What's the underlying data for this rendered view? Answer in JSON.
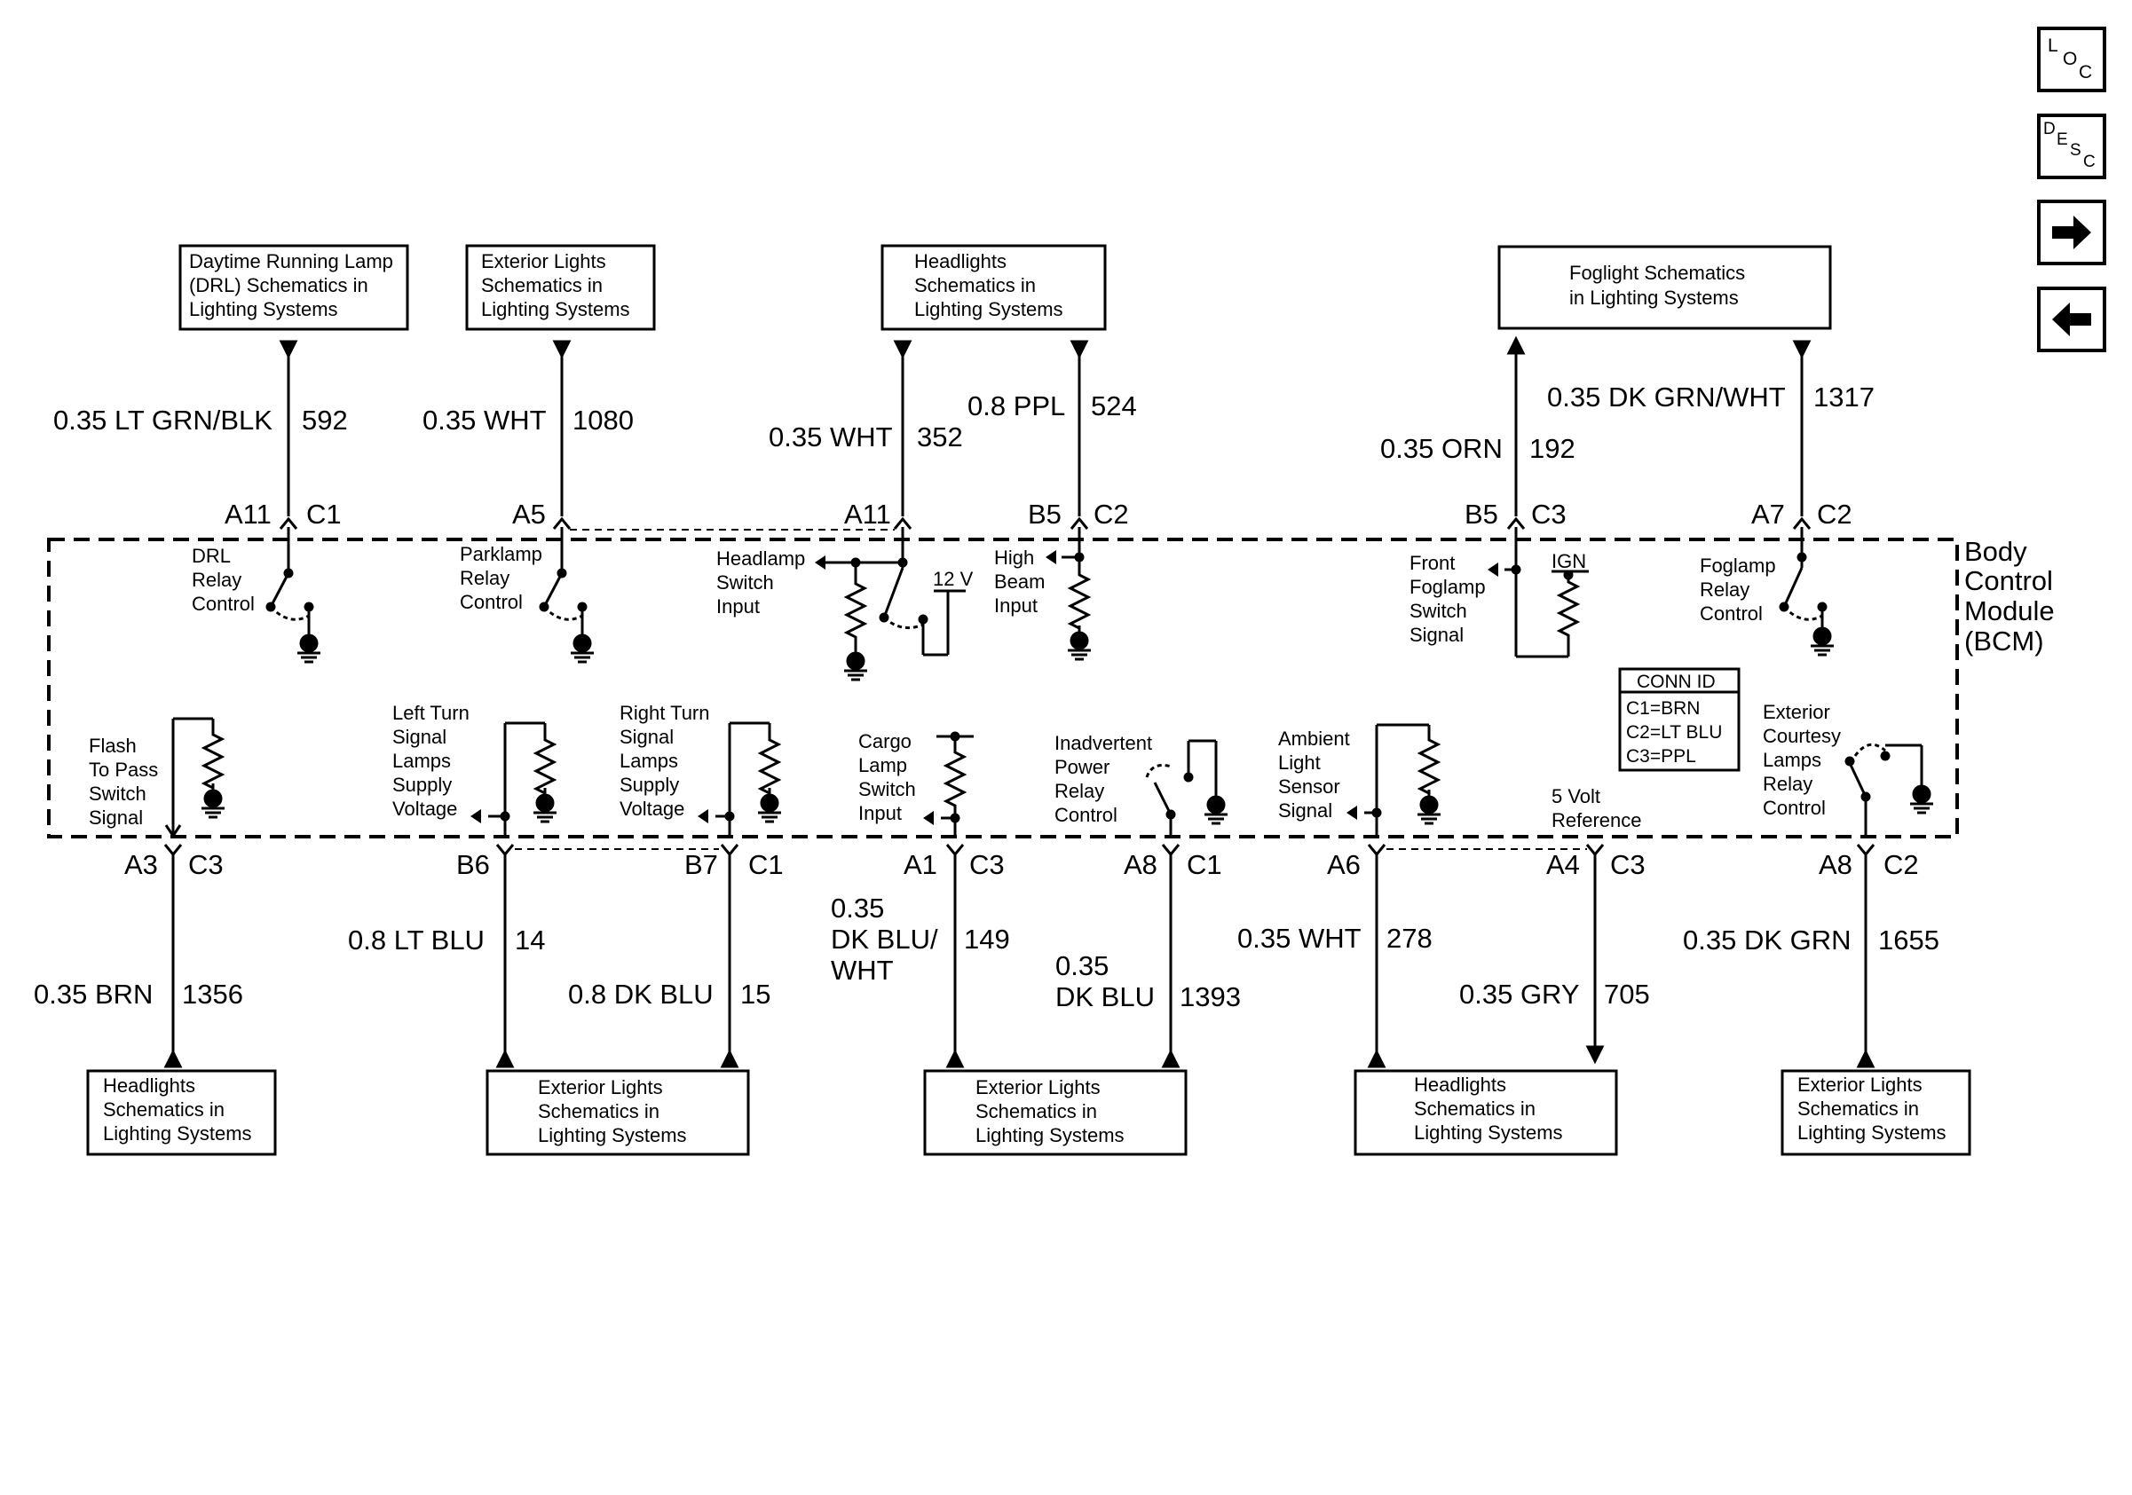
{
  "nav": {
    "loc": {
      "a": "L",
      "b": "O",
      "c": "C"
    },
    "desc": {
      "a": "D",
      "b": "E",
      "c": "S",
      "d": "C"
    }
  },
  "bcm_label": [
    "Body",
    "Control",
    "Module",
    "(BCM)"
  ],
  "conn_id": {
    "title": "CONN ID",
    "rows": [
      "C1=BRN",
      "C2=LT BLU",
      "C3=PPL"
    ]
  },
  "top_boxes": [
    [
      "Daytime Running Lamp",
      "(DRL) Schematics in",
      "Lighting Systems"
    ],
    [
      "Exterior Lights",
      "Schematics in",
      "Lighting Systems"
    ],
    [
      "Headlights",
      "Schematics in",
      "Lighting Systems"
    ],
    [
      "Foglight Schematics",
      "in Lighting Systems"
    ]
  ],
  "bottom_boxes": [
    [
      "Headlights",
      "Schematics in",
      "Lighting Systems"
    ],
    [
      "Exterior Lights",
      "Schematics in",
      "Lighting Systems"
    ],
    [
      "Exterior Lights",
      "Schematics in",
      "Lighting Systems"
    ],
    [
      "Headlights",
      "Schematics in",
      "Lighting Systems"
    ],
    [
      "Exterior Lights",
      "Schematics in",
      "Lighting Systems"
    ]
  ],
  "top_wires": [
    {
      "color": "0.35 LT GRN/BLK",
      "circuit": "592",
      "pin": "A11",
      "conn": "C1"
    },
    {
      "color": "0.35 WHT",
      "circuit": "1080",
      "pin": "A5",
      "conn": ""
    },
    {
      "color": "0.35 WHT",
      "circuit": "352",
      "pin": "A11",
      "conn": ""
    },
    {
      "color": "0.8 PPL",
      "circuit": "524",
      "pin": "B5",
      "conn": "C2"
    },
    {
      "color": "0.35 ORN",
      "circuit": "192",
      "pin": "B5",
      "conn": "C3"
    },
    {
      "color": "0.35 DK GRN/WHT",
      "circuit": "1317",
      "pin": "A7",
      "conn": "C2"
    }
  ],
  "bottom_wires": [
    {
      "color": [
        "0.35 BRN"
      ],
      "circuit": "1356",
      "pin": "A3",
      "conn": "C3"
    },
    {
      "color": [
        "0.8 LT BLU"
      ],
      "circuit": "14",
      "pin": "B6",
      "conn": ""
    },
    {
      "color": [
        "0.8 DK BLU"
      ],
      "circuit": "15",
      "pin": "B7",
      "conn": "C1"
    },
    {
      "color": [
        "0.35",
        "DK BLU/",
        "WHT"
      ],
      "circuit": "149",
      "pin": "A1",
      "conn": "C3"
    },
    {
      "color": [
        "0.35",
        "DK BLU"
      ],
      "circuit": "1393",
      "pin": "A8",
      "conn": "C1"
    },
    {
      "color": [
        "0.35 WHT"
      ],
      "circuit": "278",
      "pin": "A6",
      "conn": ""
    },
    {
      "color": [
        "0.35 GRY"
      ],
      "circuit": "705",
      "pin": "A4",
      "conn": "C3"
    },
    {
      "color": [
        "0.35 DK GRN"
      ],
      "circuit": "1655",
      "pin": "A8",
      "conn": "C2"
    }
  ],
  "circuit_labels": {
    "drl": [
      "DRL",
      "Relay",
      "Control"
    ],
    "parklamp": [
      "Parklamp",
      "Relay",
      "Control"
    ],
    "headlamp": [
      "Headlamp",
      "Switch",
      "Input"
    ],
    "v12": "12 V",
    "highbeam": [
      "High",
      "Beam",
      "Input"
    ],
    "frontfog": [
      "Front",
      "Foglamp",
      "Switch",
      "Signal"
    ],
    "ign": "IGN",
    "foglamp": [
      "Foglamp",
      "Relay",
      "Control"
    ],
    "flash": [
      "Flash",
      "To Pass",
      "Switch",
      "Signal"
    ],
    "leftturn": [
      "Left Turn",
      "Signal",
      "Lamps",
      "Supply",
      "Voltage"
    ],
    "rightturn": [
      "Right Turn",
      "Signal",
      "Lamps",
      "Supply",
      "Voltage"
    ],
    "cargo": [
      "Cargo",
      "Lamp",
      "Switch",
      "Input"
    ],
    "inadvertent": [
      "Inadvertent",
      "Power",
      "Relay",
      "Control"
    ],
    "ambient": [
      "Ambient",
      "Light",
      "Sensor",
      "Signal"
    ],
    "fivevolt": [
      "5 Volt",
      "Reference"
    ],
    "courtesy": [
      "Exterior",
      "Courtesy",
      "Lamps",
      "Relay",
      "Control"
    ]
  }
}
